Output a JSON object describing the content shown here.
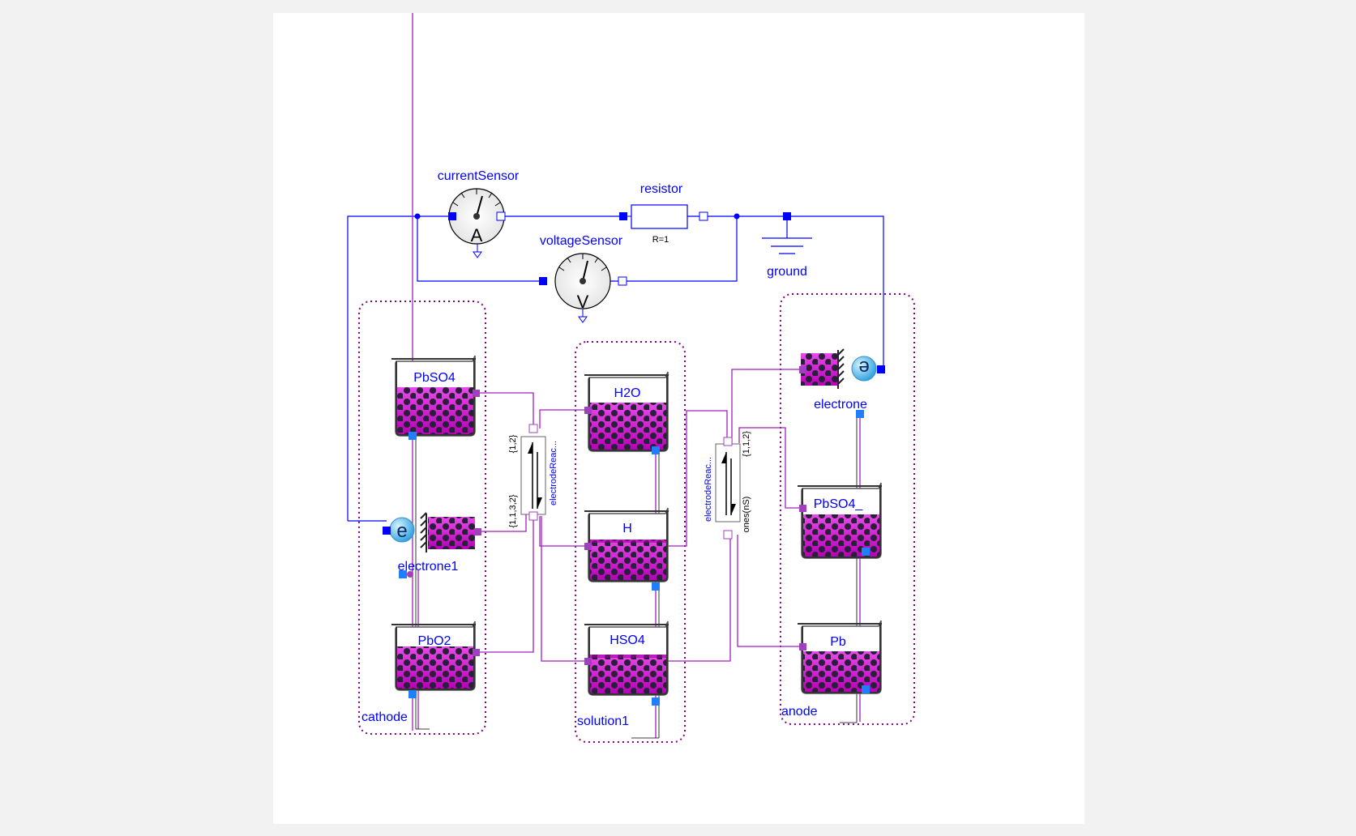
{
  "colors": {
    "electrical_wire": "#0000ff",
    "chemical_wire": "#a020c0",
    "substance_fill": "#cc22cc",
    "port": "#1f7fff",
    "background": "#f2f2f2",
    "canvas": "#ffffff"
  },
  "circuit": {
    "current_sensor": {
      "name": "currentSensor",
      "symbol": "A"
    },
    "voltage_sensor": {
      "name": "voltageSensor",
      "symbol": "V"
    },
    "resistor": {
      "name": "resistor",
      "parameter": "R=1"
    },
    "ground": {
      "name": "ground"
    }
  },
  "cathode": {
    "name": "cathode",
    "substances": {
      "pbso4": "PbSO4",
      "pbo2": "PbO2"
    },
    "electron": {
      "name": "electrone1",
      "symbol": "e"
    }
  },
  "solution": {
    "name": "solution1",
    "substances": {
      "h2o": "H2O",
      "h": "H",
      "hso4": "HSO4"
    }
  },
  "anode": {
    "name": "anode",
    "substances": {
      "pbso4": "PbSO4_",
      "pb": "Pb"
    },
    "electron": {
      "name": "electrone",
      "symbol": "e"
    }
  },
  "reactions": {
    "left": {
      "name": "electrodeReac...",
      "products_stoich": "{1,2}",
      "reactants_stoich": "{1,1,3,2}"
    },
    "right": {
      "name": "electrodeReac...",
      "products_stoich": "{1,1,2}",
      "reactants_stoich": "ones(nS)"
    }
  }
}
